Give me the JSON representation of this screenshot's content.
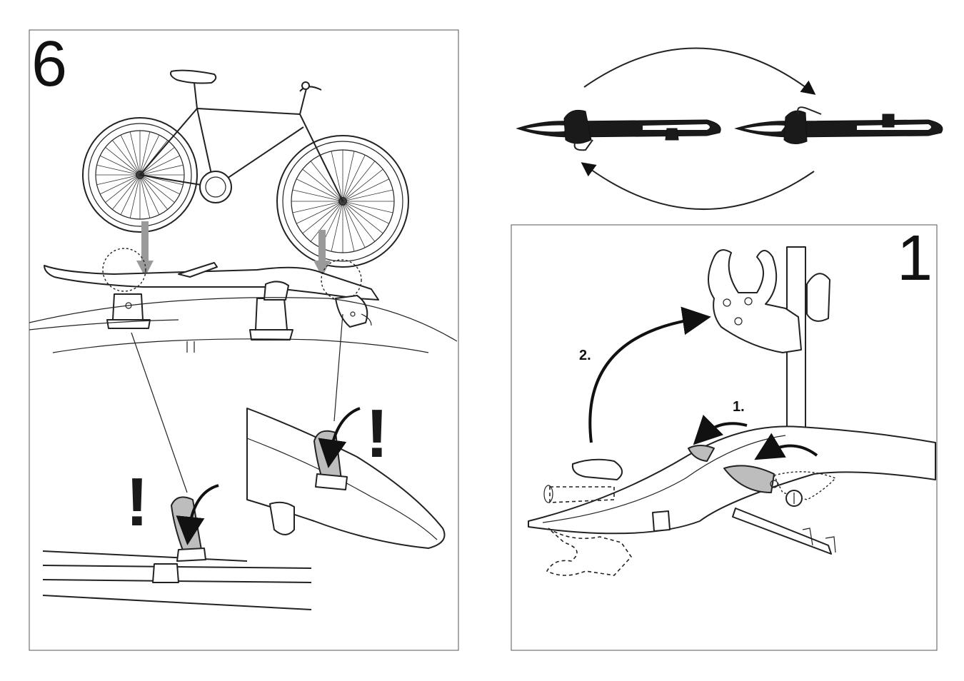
{
  "steps": {
    "left": {
      "number": "6"
    },
    "right": {
      "number": "1",
      "substep_1": "1.",
      "substep_2": "2."
    }
  },
  "warnings": {
    "mark": "!"
  },
  "colors": {
    "line": "#222222",
    "highlight_gray": "#bdbdbd",
    "arrow_gray": "#9a9a9a",
    "background": "#ffffff"
  }
}
